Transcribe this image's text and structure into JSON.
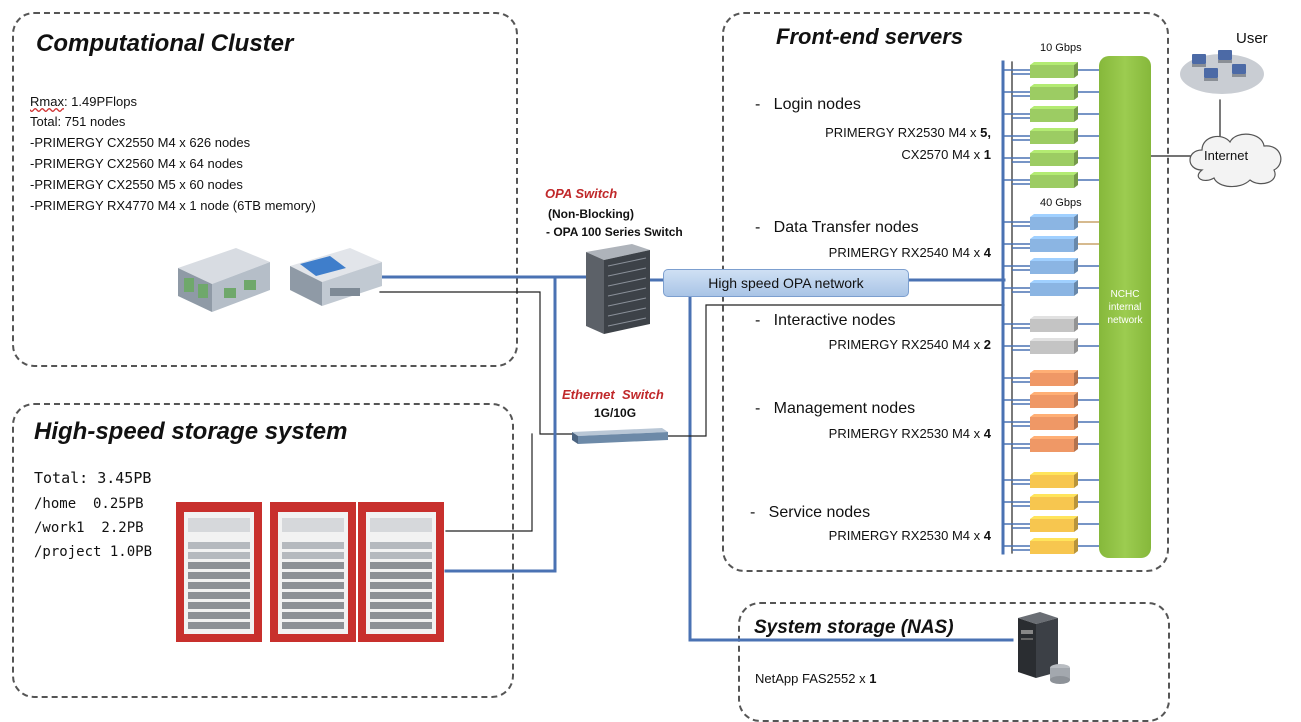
{
  "cluster": {
    "title": "Computational Cluster",
    "rmax_prefix": "Rmax",
    "rmax_rest": ": 1.49PFlops",
    "lines": [
      "Total: 751 nodes",
      "-PRIMERGY CX2550 M4 x 626 nodes",
      "-PRIMERGY CX2560 M4 x 64 nodes",
      "-PRIMERGY CX2550 M5 x 60 nodes",
      "-PRIMERGY RX4770 M4 x 1 node (6TB memory)"
    ]
  },
  "storage": {
    "title": "High-speed storage system",
    "total": "Total: 3.45PB",
    "lines": [
      "/home  0.25PB",
      "/work1  2.2PB",
      "/project 1.0PB"
    ]
  },
  "opa_switch": {
    "title": "OPA Switch",
    "line1": "(Non-Blocking)",
    "line2": "- OPA 100 Series Switch"
  },
  "ethernet_switch": {
    "title": "Ethernet  Switch",
    "speed": "1G/10G"
  },
  "opa_network": {
    "label": "High speed OPA network"
  },
  "frontend": {
    "title": "Front-end servers",
    "speed_10": "10 Gbps",
    "speed_40": "40 Gbps",
    "groups": [
      {
        "name": "Login nodes",
        "line1_pre": "PRIMERGY RX2530 M4 x ",
        "line1_num": "5,",
        "line2_pre": "CX2570 M4 x ",
        "line2_num": "1"
      },
      {
        "name": "Data Transfer nodes",
        "line1_pre": "PRIMERGY RX2540 M4 x ",
        "line1_num": "4"
      },
      {
        "name": "Interactive nodes",
        "line1_pre": "PRIMERGY RX2540 M4 x ",
        "line1_num": "2"
      },
      {
        "name": "Management nodes",
        "line1_pre": "PRIMERGY RX2530 M4 x ",
        "line1_num": "4"
      },
      {
        "name": "Service nodes",
        "line1_pre": "PRIMERGY RX2530 M4 x ",
        "line1_num": "4"
      }
    ],
    "bullet": "-"
  },
  "nchc": {
    "line1": "NCHC",
    "line2": "internal",
    "line3": "network"
  },
  "user": {
    "label": "User"
  },
  "internet": {
    "label": "Internet"
  },
  "nas": {
    "title": "System storage (NAS)",
    "line_pre": "NetApp FAS2552 x ",
    "line_num": "1"
  },
  "colors": {
    "link_blue": "#4a72b3",
    "login_green": "#9ccc63",
    "transfer_blue": "#8bb5e3",
    "interactive_gray": "#c4c4c4",
    "mgmt_orange": "#ef9866",
    "service_yellow": "#f7c64f",
    "nchc_green": "#8dbf45",
    "storage_red": "#c8302d"
  }
}
